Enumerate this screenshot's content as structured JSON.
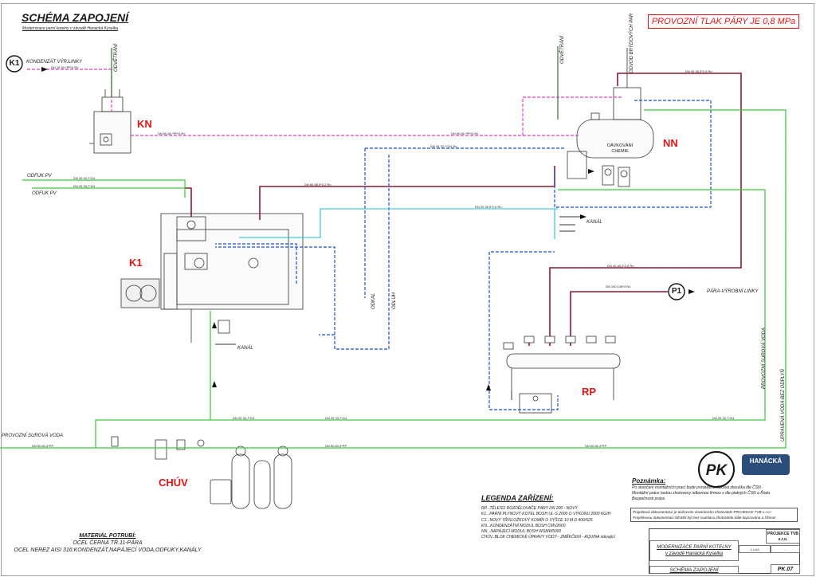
{
  "title": "SCHÉMA ZAPOJENÍ",
  "subtitle": "Modernizace parní kotelny v závodě Hanácká Kyselka",
  "pressure_note": "PROVOZNÍ TLAK PÁRY JE 0,8 MPa",
  "equipment": {
    "kn": "KN",
    "nn": "NN",
    "k1": "K1",
    "rp": "RP",
    "chuv": "CHÚV",
    "davkovani": "DÁVKOVÁNÍ\nCHEMIE"
  },
  "connectors": {
    "k1_circle": "K1",
    "p1_circle": "P1",
    "kondenzat": "KONDENZÁT VÝR.LINKY",
    "para_vyrobni": "PÁRA-VÝROBNÍ LINKY",
    "odfuk_pv_1": "ODFUK PV",
    "odfuk_pv_2": "ODFUK PV",
    "provozni_voda": "PROVOZNÍ SUROVÁ VODA",
    "provozni_voda_v": "PROVOZNÍ SUROVÁ VODA",
    "upravena_voda": "UPRAVENÁ VODA-BEZ ODPLYŇ",
    "odvetrani_1": "ODVĚTRÁNÍ",
    "odvetrani_2": "ODVĚTRÁNÍ",
    "odvod_brydovych": "ODVOD BRÝDOVÝCH PAR",
    "kanal_1": "KANÁL",
    "kanal_2": "KANÁL",
    "odkal": "ODKAL",
    "odluh": "ODLUH"
  },
  "pipe_labels": {
    "dn15_a": "DN 15 50,*PP/4 Ro",
    "dn50_a": "DN 50,60,*PP/4 Ro",
    "dn50_b": "DN 50,60,*PP/4 Ro",
    "dn25_a": "DN 25 33,7*2/4",
    "dn25_b": "DN 25 33,7*2/4",
    "dn80": "DN 80 88,9*3,2 Ro",
    "dn40": "DN 40 48,3*2,9 Ro",
    "dn20": "DN 20 26,9*2,6 Ro",
    "dn25_c": "DN 25 33,7*2/4 Ro",
    "dn100": "DN 100 108*4 Ro",
    "dn25_d": "DN 25 33,7*2/4",
    "dn25_e": "DN 25 33,7*2/4",
    "dn25_f": "DN 25 33,7*2/4",
    "dn50_c": "DN 50,60,3*PP",
    "dn50_d": "DN 50,60,3*PP",
    "dn40_b": "DN 40,48,3*2,6 Ro",
    "dn50_e": "DN 50,60,3*PP"
  },
  "notes": {
    "heading": "Poznámka:",
    "line1": "Po skončení montážních prací bude provedena tlaková zkouška dle ČSN.",
    "line2": "Montážní práce budou zhotoveny odbornou firmou s dle platných ČSN a Řádu",
    "line3": "Bezpečnosti práce."
  },
  "declaration": {
    "line1": "Projektová dokumentace je duševním vlastnictvím zhotovitele-PROJEKCE TVB s.r.o.!",
    "line2": "Projektovou dokumentaci NESMÍ být bez souhlasu zhotovitele dále kopírována a šířena!"
  },
  "legend": {
    "heading": "LEGENDA ZAŘÍZENÍ:",
    "items": [
      "RP...TĚLESO ROZDĚLOVAČE PÁRY DN 200 - NOVÝ",
      "K1...PARNÍ PLYNOVÝ KOTEL BOSH UL-S 2000 O VÝKONU 2000 KG/H",
      "C1...NOVÝ TŘÍSLOŽKOVÝ KOMÍN O VÝŠCE 10 M D 400/525",
      "KN...KONDENZÁTNÍ MODUL BOSH CMV2600",
      "NN...NAPÁJECÍ MODUL BOSH WSMW5000",
      "CHÚV..BLOK CHEMICKÉ ÚPRAVY VODY - ZMĚKČENÍ - AQUINA stávající"
    ]
  },
  "material": {
    "heading": "MATERIÁL POTRUBÍ:",
    "line1": "OCEL ČERNÁ TŘ.11-PÁRA",
    "line2": "OCEL NEREZ AISI 316:KONDENZÁT,NAPÁJECÍ VODA,ODFUKY,KANÁLY"
  },
  "title_block": {
    "project": "MODERNIZACE PARNÍ KOTELNY",
    "project2": "v závodě Hanácká Kyselka",
    "drawing": "SCHÉMA ZAPOJENÍ",
    "number": "PK.07",
    "company": "PROJEKCE TVB s.r.o.",
    "format": "1 x A3",
    "scale": "-"
  },
  "logos": {
    "pk": "PK",
    "hanacka": "HANÁCKÁ"
  },
  "colors": {
    "steam": "#8b1a2e",
    "condensate": "#e040c8",
    "feedwater": "#1f4fd1",
    "softwater": "#3ac83a",
    "drain": "#20c0d0",
    "red": "#e01515"
  }
}
